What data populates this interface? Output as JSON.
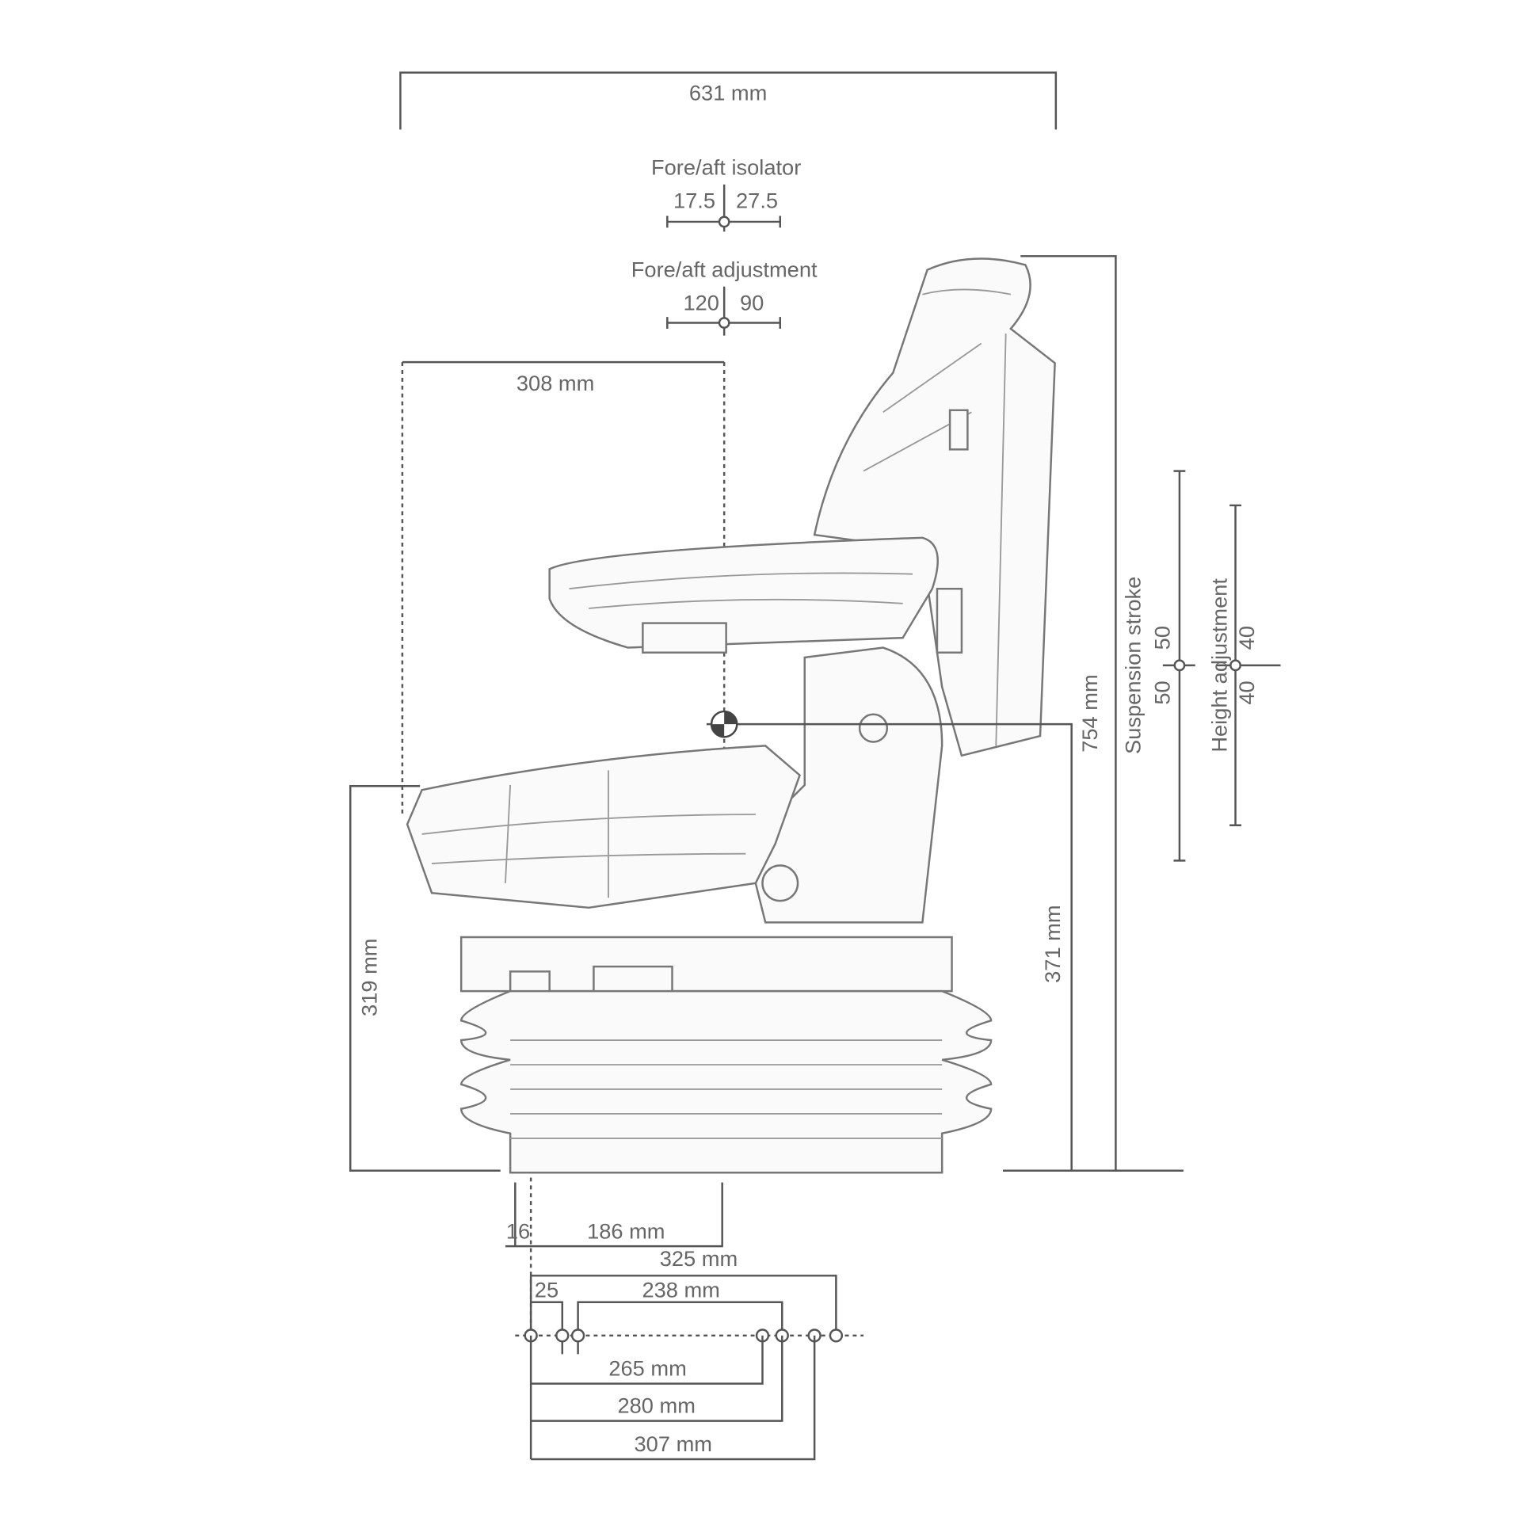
{
  "dimensions": {
    "overall_width": "631 mm",
    "isolator_title": "Fore/aft isolator",
    "isolator_left": "17.5",
    "isolator_right": "27.5",
    "adjustment_title": "Fore/aft adjustment",
    "adjustment_left": "120",
    "adjustment_right": "90",
    "sip_offset": "308 mm",
    "total_height": "754 mm",
    "sip_height": "371 mm",
    "seat_height": "319 mm",
    "suspension_label": "Suspension stroke",
    "suspension_up": "50",
    "suspension_down": "50",
    "height_adj_label": "Height adjustment",
    "height_adj_up": "40",
    "height_adj_down": "40",
    "base_offset": "16",
    "base_to_sip": "186 mm",
    "mount_325": "325 mm",
    "mount_25": "25",
    "mount_238": "238 mm",
    "mount_265": "265 mm",
    "mount_280": "280 mm",
    "mount_307": "307 mm"
  }
}
